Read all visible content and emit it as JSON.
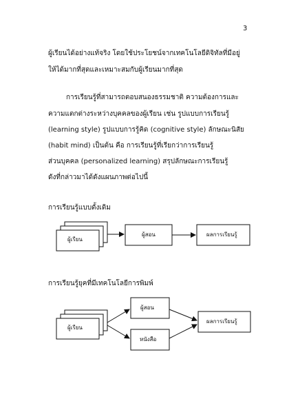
{
  "page_number": "3",
  "paragraph1": [
    "ผู้เรียนได้อย่างแท้จริง โดยใช้ประโยชน์จากเทคโนโลยีดิจิทัลที่มีอยู่",
    "ให้ได้มากที่สุดและเหมาะสมกับผู้เรียนมากที่สุด"
  ],
  "paragraph2": [
    "การเรียนรู้ที่สามารถตอบสนองธรรมชาติ ความต้องการและ",
    "ความแตกต่างระหว่างบุคคลของผู้เรียน เช่น รูปแบบการเรียนรู้",
    "(learning   style) รูปแบบการรู้คิด (cognitive   style) ลักษณะนิสัย",
    "(habit      mind) เป็นต้น คือ การเรียนรู้ที่เรียกว่าการเรียนรู้",
    "ส่วนบุคคล (personalized  learning) สรุปลักษณะการเรียนรู้",
    "ดังที่กล่าวมาได้ดังแผนภาพต่อไปนี้"
  ],
  "diagram1": {
    "title": "การเรียนรู้แบบดั้งเดิม",
    "learner": "ผู้เรียน",
    "teacher": "ผู้สอน",
    "outcome": "ผลการเรียนรู้"
  },
  "diagram2": {
    "title": "การเรียนรู้ยุคที่มีเทคโนโลยีการพิมพ์",
    "learner": "ผู้เรียน",
    "teacher": "ผู้สอน",
    "book": "หนังสือ",
    "outcome": "ผลการเรียนรู้"
  }
}
